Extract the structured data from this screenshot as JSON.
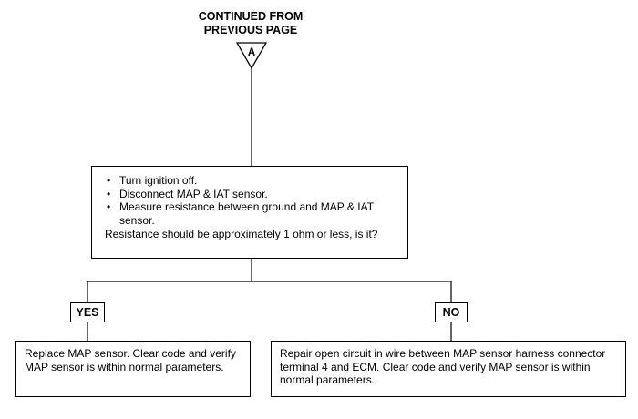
{
  "connector": {
    "header_line1": "CONTINUED FROM",
    "header_line2": "PREVIOUS PAGE",
    "label": "A"
  },
  "step": {
    "bullets": [
      "Turn ignition off.",
      "Disconnect MAP & IAT sensor.",
      "Measure resistance between ground and MAP & IAT sensor."
    ],
    "question": "Resistance should be approximately 1 ohm or less, is it?"
  },
  "branches": {
    "yes": {
      "label": "YES",
      "action": "Replace MAP sensor. Clear code and verify MAP sensor is within normal parameters."
    },
    "no": {
      "label": "NO",
      "action": "Repair open circuit in wire between MAP sensor harness connector terminal 4 and ECM. Clear code and verify MAP sensor is within normal parameters."
    }
  }
}
